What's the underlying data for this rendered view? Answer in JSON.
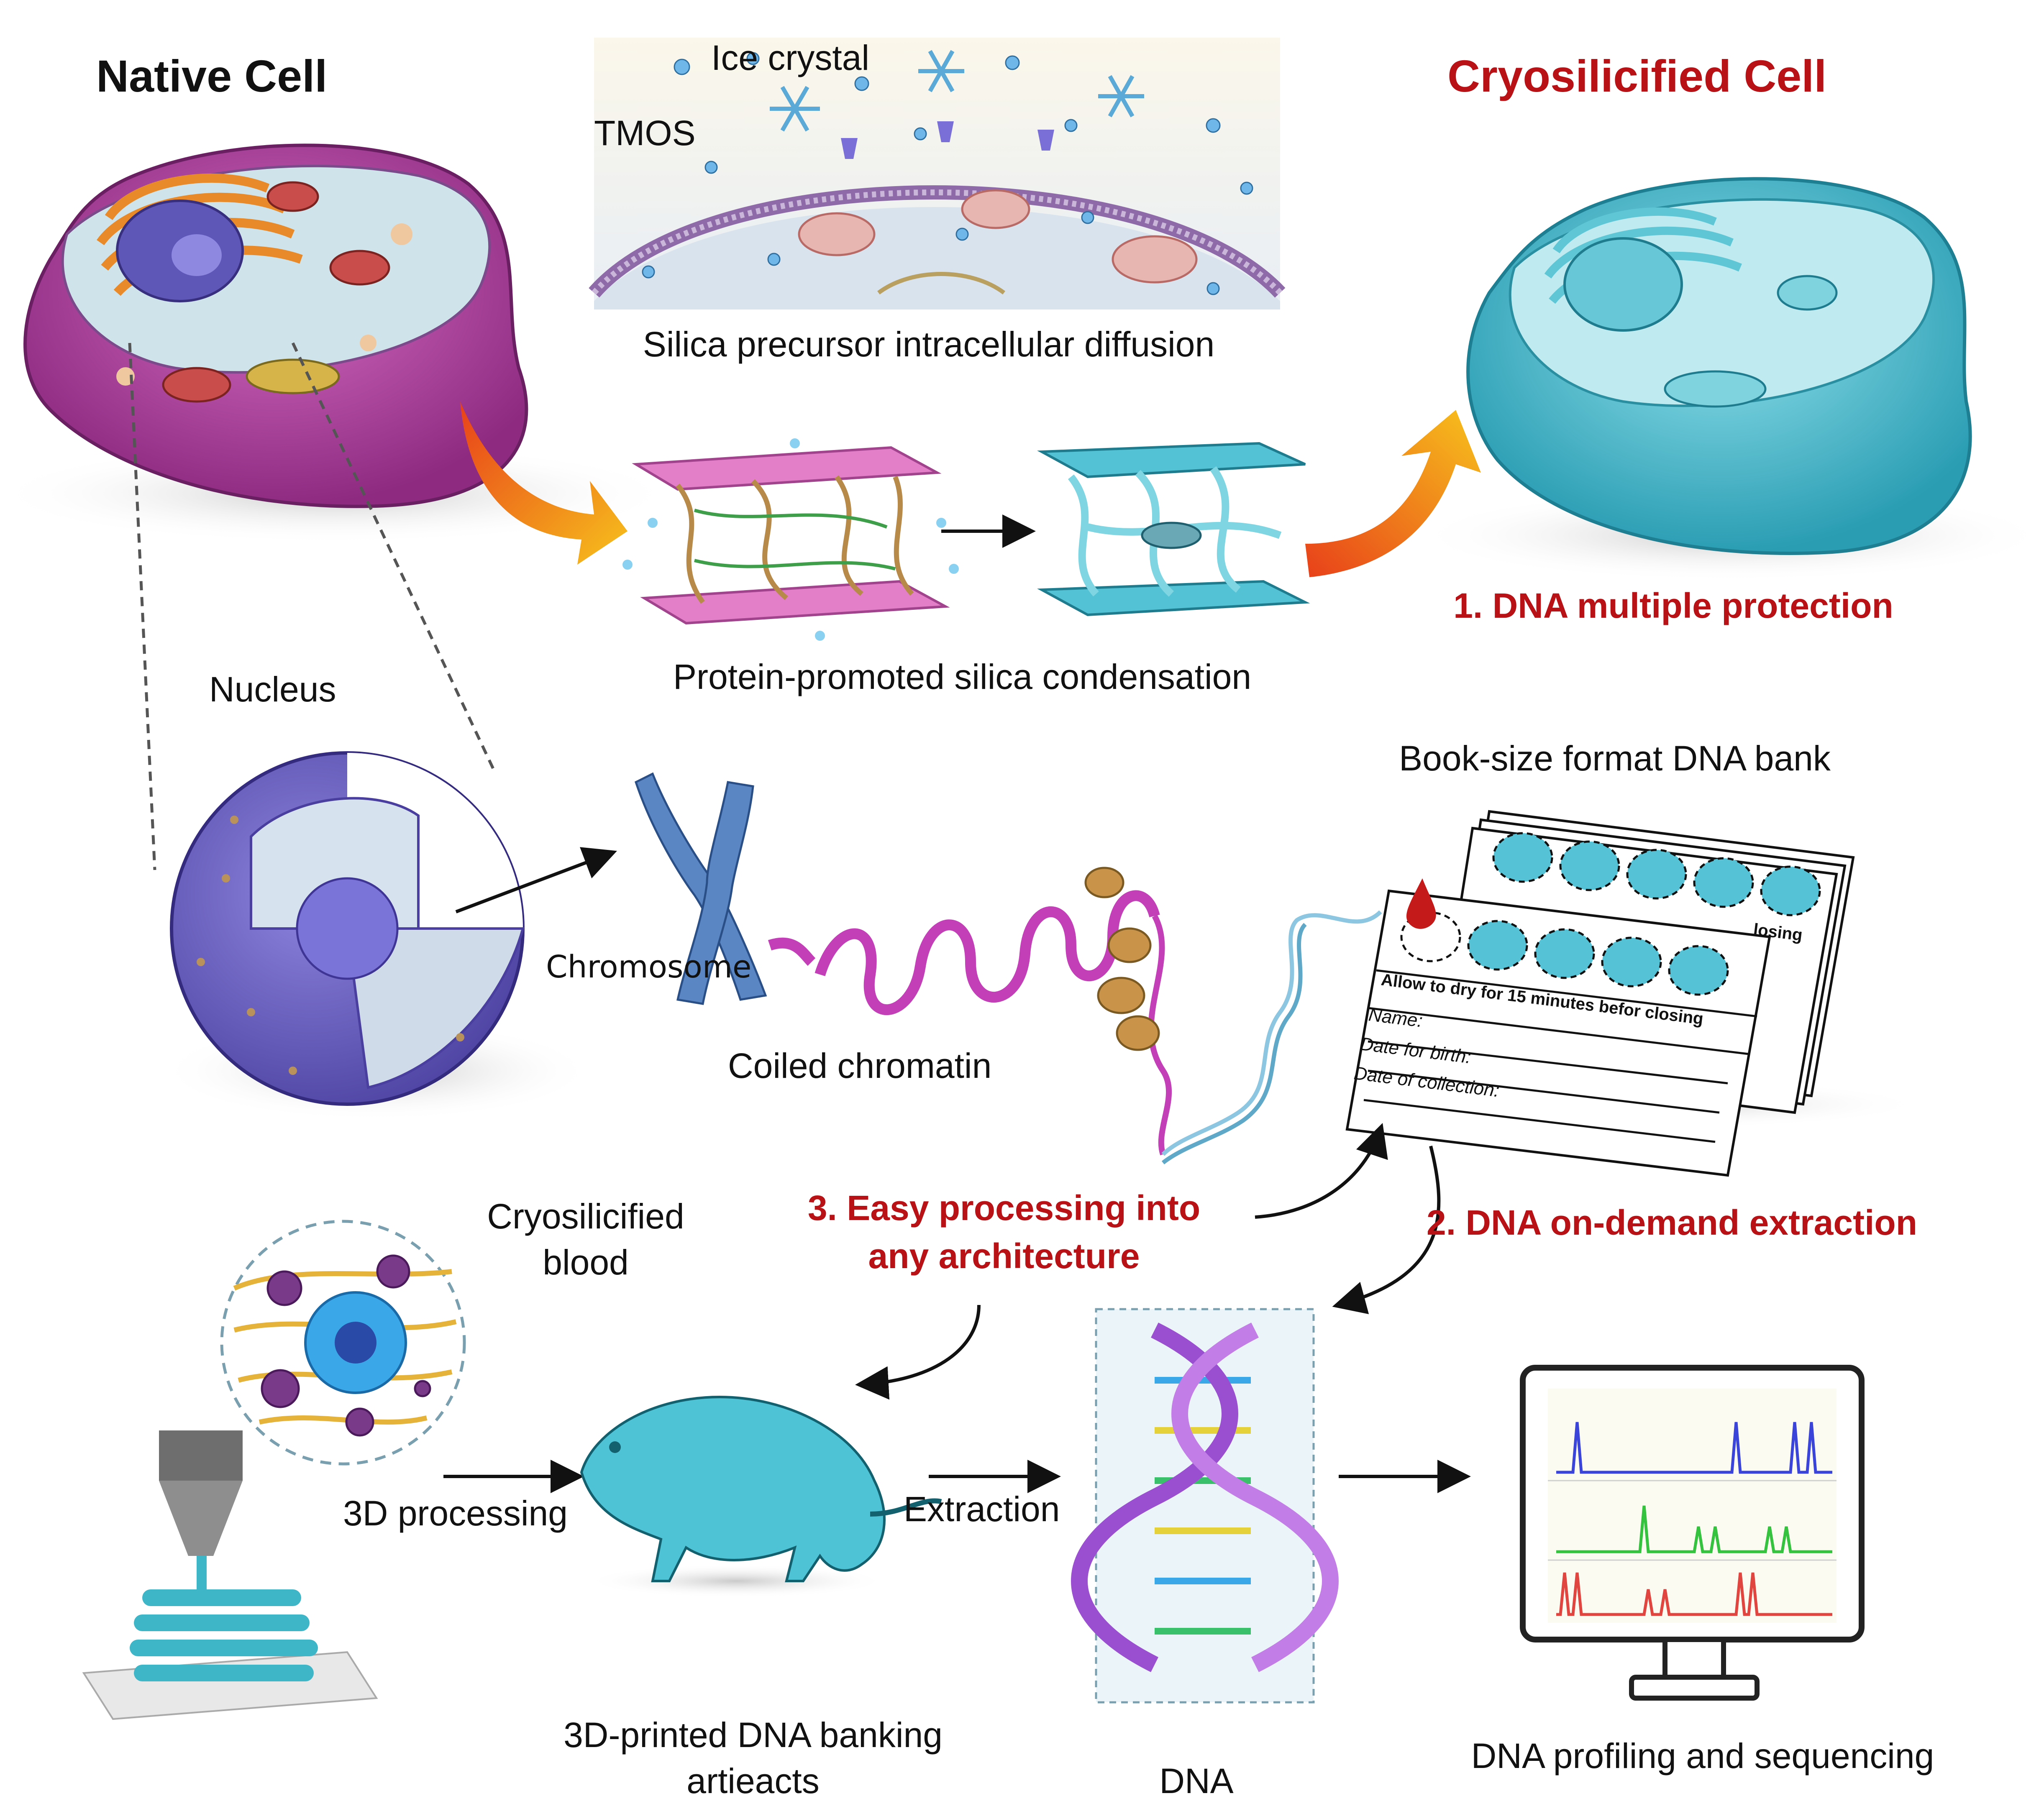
{
  "colors": {
    "highlight_red": "#b81217",
    "membrane_magenta": "#b0479e",
    "cryo_teal": "#3fb6c8",
    "nucleus_purple": "#6b63c4",
    "chromatin_magenta": "#c23fb8",
    "dna_purple": "#9a4fd0",
    "orange_arrow": "#f08a1c",
    "trace_blue": "#3a44d8",
    "trace_green": "#35c23f",
    "trace_red": "#e0453f"
  },
  "icons": [
    "native-cell",
    "ice-crystal-icon",
    "tmos-molecule-icon",
    "membrane-section",
    "protein-network",
    "silicified-network",
    "cryosilicified-cell",
    "nucleus-cutaway",
    "chromosome-icon",
    "coiled-chromatin",
    "dna-strand",
    "blood-drop-icon",
    "dna-card-stack",
    "blood-cell-sphere",
    "3d-printer-nozzle",
    "printed-coil",
    "rat-figure",
    "dna-double-helix",
    "monitor-icon"
  ],
  "titles": {
    "native_cell": "Native Cell",
    "cryo_cell": "Cryosilicified Cell"
  },
  "labels": {
    "ice_crystal": "Ice crystal",
    "tmos": "TMOS",
    "diffusion": "Silica precursor intracellular diffusion",
    "condensation": "Protein-promoted silica condensation",
    "nucleus": "Nucleus",
    "chromosome": "Chromosome",
    "coiled_chromatin": "Coiled chromatin",
    "book_bank": "Book-size format DNA bank",
    "cryo_blood_1": "Cryosilicified",
    "cryo_blood_2": "blood",
    "processing_3d": "3D processing",
    "extraction": "Extraction",
    "printed_artifacts_1": "3D-printed DNA banking",
    "printed_artifacts_2": "artieacts",
    "dna": "DNA",
    "profiling": "DNA profiling and sequencing"
  },
  "highlights": {
    "protection": "1. DNA multiple protection",
    "on_demand": "2. DNA on-demand extraction",
    "easy_processing_1": "3. Easy processing into",
    "easy_processing_2": "any architecture"
  },
  "card": {
    "instruction": "Allow to dry for 15 minutes befor closing",
    "back_fragment": "losing",
    "name_label": "Name:",
    "birth_label": "Date for birth:",
    "collection_label": "Date of collection:"
  }
}
